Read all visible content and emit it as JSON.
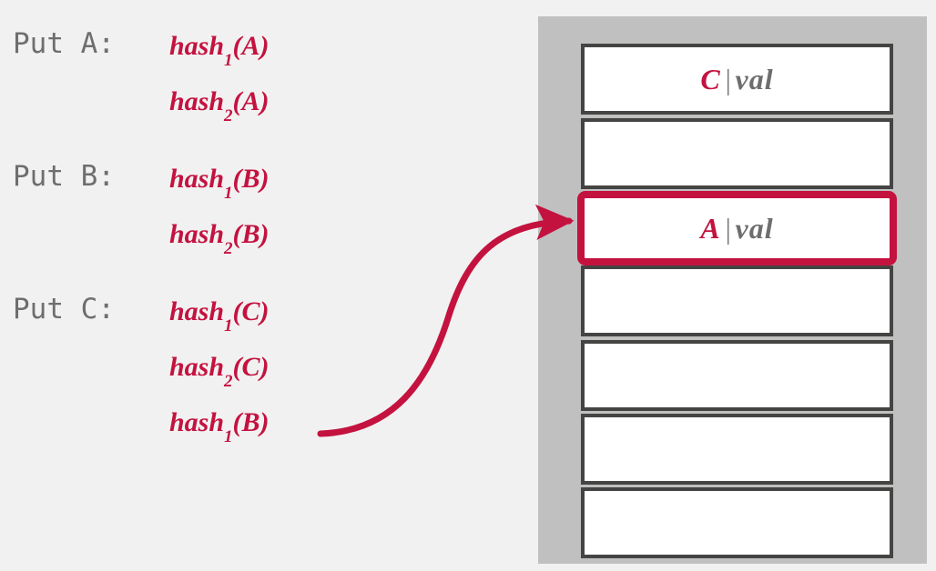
{
  "background_color": "#f1f1f1",
  "accent_color": "#c4123f",
  "label_color": "#6e6e6e",
  "panel_color": "#c0c0c0",
  "cell_border_color": "#444442",
  "operations": [
    {
      "label": "Put A:",
      "hashes": [
        {
          "name": "hash",
          "sub": "1",
          "arg": "(A)"
        },
        {
          "name": "hash",
          "sub": "2",
          "arg": "(A)"
        }
      ]
    },
    {
      "label": "Put B:",
      "hashes": [
        {
          "name": "hash",
          "sub": "1",
          "arg": "(B)"
        },
        {
          "name": "hash",
          "sub": "2",
          "arg": "(B)"
        }
      ]
    },
    {
      "label": "Put C:",
      "hashes": [
        {
          "name": "hash",
          "sub": "1",
          "arg": "(C)"
        },
        {
          "name": "hash",
          "sub": "2",
          "arg": "(C)"
        },
        {
          "name": "hash",
          "sub": "1",
          "arg": "(B)"
        }
      ]
    }
  ],
  "table": {
    "slot_count": 7,
    "slots": [
      {
        "index": 0,
        "key": "C",
        "separator": "|",
        "value": "val",
        "empty": false,
        "highlighted": false
      },
      {
        "index": 1,
        "key": "",
        "separator": "",
        "value": "",
        "empty": true,
        "highlighted": false
      },
      {
        "index": 2,
        "key": "A",
        "separator": "|",
        "value": "val",
        "empty": false,
        "highlighted": true
      },
      {
        "index": 3,
        "key": "",
        "separator": "",
        "value": "",
        "empty": true,
        "highlighted": false
      },
      {
        "index": 4,
        "key": "",
        "separator": "",
        "value": "",
        "empty": true,
        "highlighted": false
      },
      {
        "index": 5,
        "key": "",
        "separator": "",
        "value": "",
        "empty": true,
        "highlighted": false
      },
      {
        "index": 6,
        "key": "",
        "separator": "",
        "value": "",
        "empty": true,
        "highlighted": false
      }
    ]
  },
  "arrow": {
    "from_label": "hash1(B)",
    "to_slot_index": 2,
    "color": "#c4123f"
  }
}
